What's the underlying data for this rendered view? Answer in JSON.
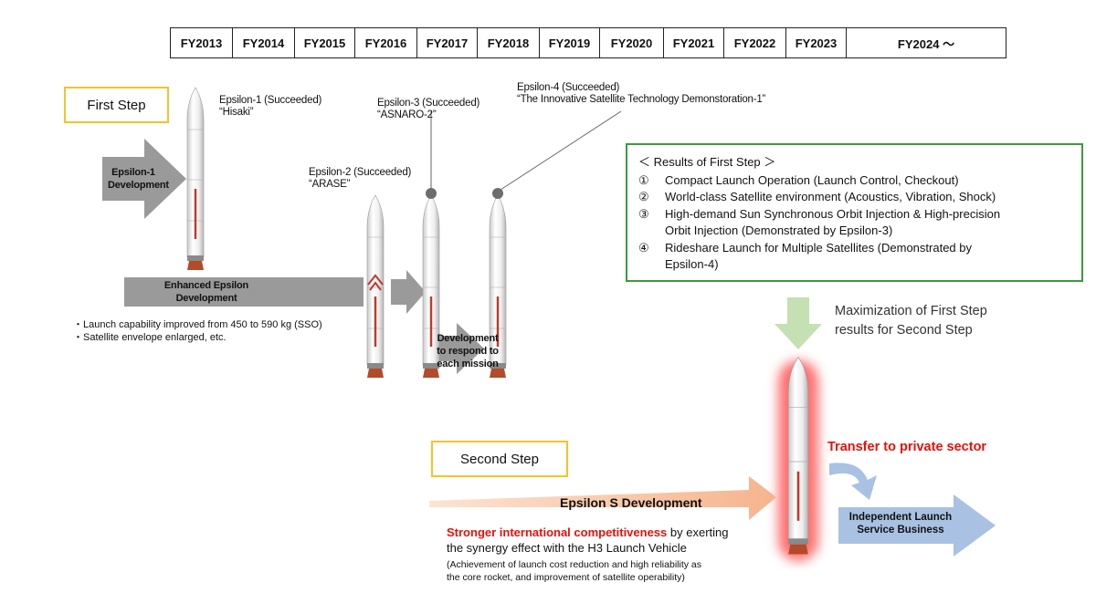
{
  "timeline": [
    "FY2013",
    "FY2014",
    "FY2015",
    "FY2016",
    "FY2017",
    "FY2018",
    "FY2019",
    "FY2020",
    "FY2021",
    "FY2022",
    "FY2023",
    "FY2024 ～"
  ],
  "first_step": {
    "title": "First Step",
    "dev_arrow": [
      "Epsilon-1",
      "Development"
    ],
    "enhanced_arrow": [
      "Enhanced Epsilon",
      "Development"
    ],
    "notes": [
      "・Launch capability improved from 450 to 590 kg (SSO)",
      "・Satellite envelope enlarged, etc."
    ],
    "mission_dev": [
      "Development",
      "to respond to",
      "each mission"
    ]
  },
  "launches": [
    {
      "name": "Epsilon-1 (Succeeded)",
      "payload": "“Hisaki”"
    },
    {
      "name": "Epsilon-2 (Succeeded)",
      "payload": "“ARASE”"
    },
    {
      "name": "Epsilon-3 (Succeeded)",
      "payload": "“ASNARO-2”"
    },
    {
      "name": "Epsilon-4 (Succeeded)",
      "payload": "“The Innovative Satellite Technology Demonstoration-1”"
    }
  ],
  "results": {
    "title": "＜ Results of First Step ＞",
    "items": [
      {
        "num": "①",
        "lines": [
          "Compact Launch Operation (Launch Control, Checkout)"
        ]
      },
      {
        "num": "②",
        "lines": [
          "World-class Satellite environment (Acoustics, Vibration, Shock)"
        ]
      },
      {
        "num": "③",
        "lines": [
          "High-demand Sun Synchronous Orbit Injection & High-precision",
          "Orbit Injection (Demonstrated by Epsilon-3)"
        ]
      },
      {
        "num": "④",
        "lines": [
          "Rideshare Launch for Multiple Satellites (Demonstrated by",
          "Epsilon-4)"
        ]
      }
    ]
  },
  "maximization": [
    "Maximization of First Step",
    "results for Second Step"
  ],
  "second_step": {
    "title": "Second Step",
    "dev_arrow": "Epsilon S Development",
    "competitiveness_red": "Stronger international competitiveness",
    "competitiveness_rest": " by exerting",
    "competitiveness_line2": "the synergy effect with the H3 Launch Vehicle",
    "detail": [
      "(Achievement of launch cost reduction and high reliability as",
      "the core rocket, and improvement of satellite operability)"
    ]
  },
  "transfer": "Transfer to private sector",
  "independent": [
    "Independent Launch",
    "Service Business"
  ],
  "colors": {
    "step_border": "#f5c228",
    "results_border": "#3d9a3d",
    "gray_arrow": "#9a9a9a",
    "green_arrow": "#c5e0b3",
    "orange_arrow": "#f8c3a3",
    "blue_arrow": "#a9c1e2",
    "red_text": "#e3120b",
    "glow": "#ff3030"
  }
}
